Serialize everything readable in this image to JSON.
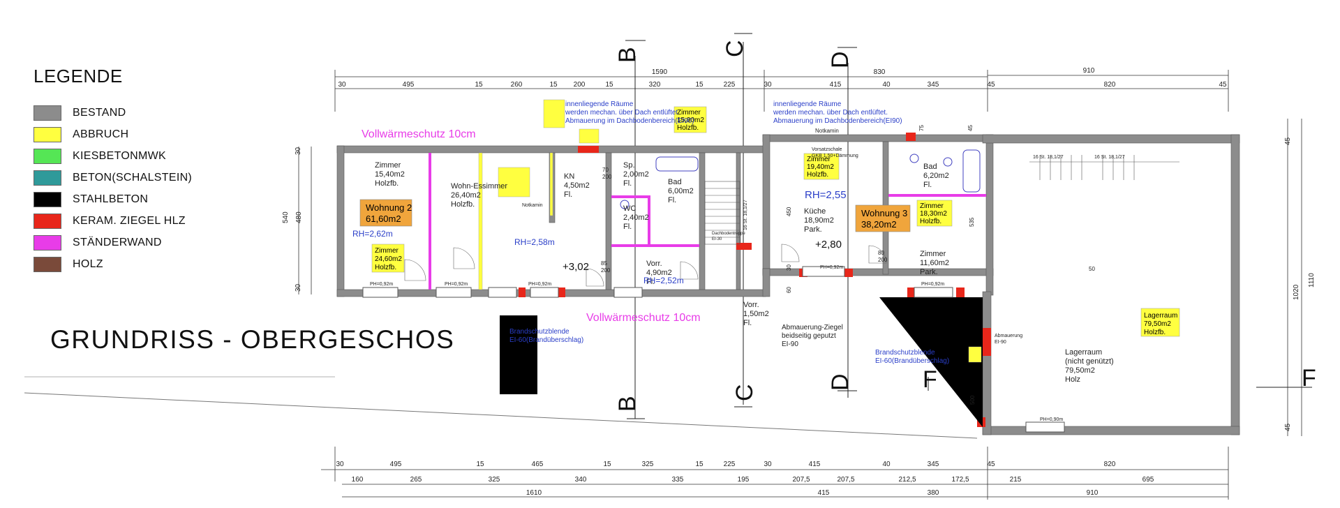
{
  "legend": {
    "title": "LEGENDE",
    "items": [
      {
        "label": "BESTAND",
        "color": "#8c8c8c"
      },
      {
        "label": "ABBRUCH",
        "color": "#ffff40"
      },
      {
        "label": "KIESBETONMWK",
        "color": "#55e655"
      },
      {
        "label": "BETON(SCHALSTEIN)",
        "color": "#2f9a9a"
      },
      {
        "label": "STAHLBETON",
        "color": "#000000"
      },
      {
        "label": "KERAM. ZIEGEL HLZ",
        "color": "#e8261a"
      },
      {
        "label": "STÄNDERWAND",
        "color": "#e83ce8"
      },
      {
        "label": "HOLZ",
        "color": "#7a4a3a"
      }
    ]
  },
  "plan_title": "GRUNDRISS - OBERGESCHOS",
  "section_markers": [
    "B",
    "C",
    "D",
    "F"
  ],
  "insulation_label": "Vollwärmeschutz 10cm",
  "notes": {
    "inner_rooms_1": [
      "innenliegende Räume",
      "werden mechan. über Dach entlüftet",
      "Abmauerung im Dachbodenbereich(EI90)"
    ],
    "inner_rooms_2": [
      "innenliegende Räume",
      "werden mechan. über Dach entlüftet.",
      "Abmauerung im Dachbodenbereich(EI90)"
    ],
    "brandschutz_1": [
      "Brandschutzblende",
      "EI-60(Brandüberschlag)"
    ],
    "brandschutz_2": [
      "Brandschutzblende",
      "EI-60(Brandüberschlag)"
    ],
    "abmauerung": [
      "Abmauerung-Ziegel",
      "beidseitig geputzt",
      "EI-90"
    ],
    "notkamin": "Notkamin",
    "vorsatzschale": [
      "Vorsatzschale",
      "GKB 1,50+Dämmung"
    ],
    "abmauerung_small": [
      "Abmauerung",
      "EI-90"
    ],
    "dachbodentreppe": [
      "Dachbodentreppe",
      "EI-30"
    ]
  },
  "rooms": {
    "zimmer1": [
      "Zimmer",
      "15,40m2",
      "Holzfb."
    ],
    "wohn_ess": [
      "Wohn-Essimmer",
      "26,40m2",
      "Holzfb."
    ],
    "kn": [
      "KN",
      "4,50m2",
      "Fl."
    ],
    "sp": [
      "Sp.",
      "2,00m2",
      "Fl."
    ],
    "wc": [
      "WC",
      "2,40m2",
      "Fl."
    ],
    "bad1": [
      "Bad",
      "6,00m2",
      "Fl."
    ],
    "vorr1": [
      "Vorr.",
      "4,90m2",
      "Fl."
    ],
    "vorr2": [
      "Vorr.",
      "1,50m2",
      "Fl."
    ],
    "kueche": [
      "Küche",
      "18,90m2",
      "Park."
    ],
    "bad2": [
      "Bad",
      "6,20m2",
      "Fl."
    ],
    "zimmer3": [
      "Zimmer",
      "11,60m2",
      "Park."
    ],
    "lagerraum": [
      "Lagerraum",
      "(nicht genützt)",
      "79,50m2",
      "Holz"
    ]
  },
  "tags": {
    "wohnung2": [
      "Wohnung 2",
      "61,60m2"
    ],
    "wohnung3": [
      "Wohnung 3",
      "38,20m2"
    ],
    "zimmer_24": [
      "Zimmer",
      "24,60m2",
      "Holzfb."
    ],
    "zimmer_15": [
      "Zimmer",
      "15,90m2",
      "Holzfb."
    ],
    "zimmer_19": [
      "Zimmer",
      "19,40m2",
      "Holzfb."
    ],
    "zimmer_18": [
      "Zimmer",
      "18,30m2",
      "Holzfb."
    ],
    "lager_tag": [
      "Lagerraum",
      "79,50m2",
      "Holzfb."
    ]
  },
  "room_heights": [
    "RH=2,62m",
    "RH=2,58m",
    "RH=2,52m",
    "RH=2,55"
  ],
  "levels": [
    "+3,02",
    "+2,80"
  ],
  "dims": {
    "top_totals": [
      "1590",
      "830",
      "910"
    ],
    "top_parts": [
      "30",
      "495",
      "15",
      "260",
      "15",
      "200",
      "15",
      "320",
      "15",
      "225",
      "30",
      "415",
      "40",
      "345",
      "45",
      "820",
      "45"
    ],
    "bottom_parts": [
      "30",
      "495",
      "15",
      "465",
      "15",
      "325",
      "15",
      "225",
      "30",
      "415",
      "40",
      "345",
      "45",
      "820"
    ],
    "bottom_sub": [
      "160",
      "265",
      "325",
      "340",
      "335",
      "195",
      "207,5",
      "207,5",
      "212,5",
      "172,5",
      "215",
      "695"
    ],
    "bottom_totals": [
      "1610",
      "415",
      "380",
      "910"
    ],
    "left": [
      "30",
      "540",
      "480",
      "30"
    ],
    "right": [
      "45",
      "1110",
      "1020",
      "45"
    ],
    "misc": [
      "70",
      "200",
      "85",
      "200",
      "80",
      "200",
      "450",
      "535",
      "60",
      "30",
      "45",
      "75",
      "50",
      "500"
    ],
    "window": [
      "PH=0,92m",
      "PH=0,90m"
    ],
    "stairs": [
      "16 St. 18,1/27",
      "16 St. 18,1/27"
    ],
    "stair_small": "16 St. 18,1/27"
  }
}
